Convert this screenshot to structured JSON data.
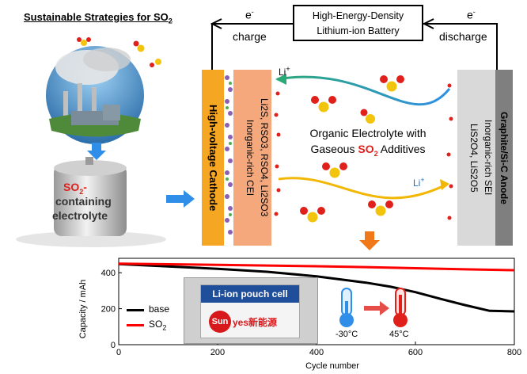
{
  "title": "Sustainable Strategies for SO",
  "title_sub": "2",
  "battery_label_line1": "High-Energy-Density",
  "battery_label_line2": "Lithium-ion Battery",
  "electron": "e",
  "electron_sup": "-",
  "charge_label": "charge",
  "discharge_label": "discharge",
  "cathode_label": "High-voltage Cathode",
  "cathode_cei_label": "Inorganic-rich CEI",
  "cathode_species": "Li2S, RSO3, RSO4, Li2SO3",
  "anode_label": "Graphite/Si-C Anode",
  "anode_sei_label": "Inorganic-rich SEI",
  "anode_species": "LiS2O4, LiS2O5",
  "li_ion": "Li",
  "li_ion_sup": "+",
  "electrolyte_line1": "Organic Electrolyte with",
  "electrolyte_line2_prefix": "Gaseous ",
  "electrolyte_so2": "SO",
  "electrolyte_so2_sub": "2",
  "electrolyte_line2_suffix": " Additives",
  "tank_so2": "SO",
  "tank_so2_sub": "2",
  "tank_so2_dash": "-",
  "tank_line2": "containing",
  "tank_line3": "electrolyte",
  "pouch_cell_label": "Li-ion  pouch cell",
  "brand_logo_text": "Sun",
  "brand_text": "yes新能源",
  "temp_low": "-30°C",
  "temp_high": "45°C",
  "colors": {
    "cathode": "#f5a623",
    "cathode_layer": "#f4a87c",
    "anode": "#7f7f7f",
    "anode_layer": "#d9d9d9",
    "arrow_blue": "#2f8fe8",
    "arrow_orange": "#f07818",
    "so2_red": "#e0201b",
    "base_series": "#000000",
    "so2_series": "#ff0000"
  },
  "chart_data": {
    "type": "line",
    "xlabel": "Cycle number",
    "ylabel": "Capacity / mAh",
    "xlim": [
      0,
      800
    ],
    "ylim": [
      0,
      480
    ],
    "xticks": [
      0,
      200,
      400,
      600,
      800
    ],
    "yticks": [
      0,
      200,
      400
    ],
    "legend_placement": "bottom-left",
    "series": [
      {
        "name": "base",
        "color": "#000000",
        "x": [
          0,
          100,
          200,
          300,
          400,
          500,
          550,
          600,
          650,
          700,
          750,
          800
        ],
        "values": [
          448,
          435,
          422,
          405,
          380,
          345,
          322,
          292,
          255,
          220,
          188,
          185
        ]
      },
      {
        "name": "SO2",
        "color": "#ff0000",
        "x": [
          0,
          100,
          200,
          300,
          400,
          500,
          600,
          700,
          800
        ],
        "values": [
          450,
          447,
          444,
          440,
          436,
          431,
          425,
          419,
          414
        ]
      }
    ]
  }
}
